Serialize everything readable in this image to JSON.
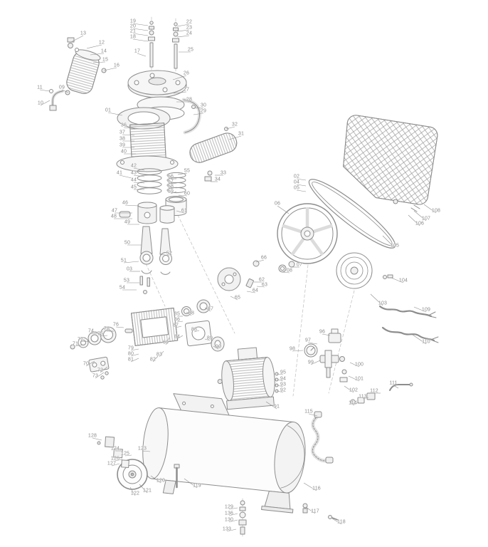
{
  "diagram": {
    "colors": {
      "background": "#ffffff",
      "line": "#8d8d8d",
      "label": "#8a8a8a",
      "fill_light": "#f3f3f3"
    },
    "callout_fields": [
      "label",
      "x",
      "y",
      "tx",
      "ty"
    ],
    "callouts": [
      [
        "01",
        152,
        155,
        172,
        162
      ],
      [
        "02",
        417,
        248,
        430,
        253
      ],
      [
        "03",
        182,
        378,
        197,
        381
      ],
      [
        "04",
        417,
        256,
        430,
        261
      ],
      [
        "05",
        417,
        264,
        430,
        269
      ],
      [
        "06",
        390,
        286,
        406,
        300
      ],
      [
        "07",
        421,
        372,
        409,
        375
      ],
      [
        "08",
        407,
        380,
        397,
        382
      ],
      [
        "09",
        87,
        123,
        96,
        130
      ],
      [
        "10",
        57,
        145,
        70,
        141
      ],
      [
        "11",
        56,
        123,
        70,
        128
      ],
      [
        "12",
        143,
        60,
        122,
        68
      ],
      [
        "13",
        117,
        47,
        100,
        59
      ],
      [
        "14",
        146,
        72,
        127,
        77
      ],
      [
        "15",
        148,
        84,
        131,
        88
      ],
      [
        "16",
        164,
        92,
        146,
        99
      ],
      [
        "17",
        193,
        72,
        205,
        79
      ],
      [
        "18",
        187,
        52,
        208,
        58
      ],
      [
        "19",
        187,
        30,
        208,
        36
      ],
      [
        "20",
        187,
        37,
        208,
        43
      ],
      [
        "21",
        187,
        44,
        208,
        50
      ],
      [
        "22",
        266,
        31,
        249,
        37
      ],
      [
        "23",
        266,
        39,
        249,
        44
      ],
      [
        "24",
        266,
        47,
        249,
        52
      ],
      [
        "25",
        268,
        70,
        251,
        73
      ],
      [
        "26",
        262,
        103,
        243,
        112
      ],
      [
        "27",
        262,
        126,
        244,
        131
      ],
      [
        "28",
        266,
        140,
        248,
        143
      ],
      [
        "29",
        286,
        156,
        272,
        161
      ],
      [
        "30",
        286,
        148,
        273,
        152
      ],
      [
        "31",
        339,
        188,
        322,
        196
      ],
      [
        "32",
        330,
        175,
        318,
        181
      ],
      [
        "33",
        314,
        243,
        302,
        246
      ],
      [
        "34",
        306,
        252,
        296,
        255
      ],
      [
        "36",
        174,
        176,
        190,
        181
      ],
      [
        "37",
        172,
        186,
        189,
        190
      ],
      [
        "38",
        172,
        195,
        189,
        198
      ],
      [
        "39",
        172,
        204,
        189,
        207
      ],
      [
        "40",
        174,
        213,
        191,
        216
      ],
      [
        "41",
        168,
        243,
        185,
        250
      ],
      [
        "42",
        188,
        233,
        203,
        239
      ],
      [
        "43",
        188,
        243,
        203,
        248
      ],
      [
        "44",
        188,
        253,
        203,
        257
      ],
      [
        "45",
        188,
        263,
        203,
        266
      ],
      [
        "46",
        176,
        285,
        194,
        289
      ],
      [
        "47",
        161,
        296,
        186,
        299
      ],
      [
        "48",
        160,
        304,
        186,
        307
      ],
      [
        "49",
        179,
        312,
        196,
        315
      ],
      [
        "50",
        179,
        341,
        199,
        344
      ],
      [
        "51",
        174,
        366,
        195,
        367
      ],
      [
        "52",
        238,
        356,
        225,
        357
      ],
      [
        "53",
        178,
        394,
        196,
        397
      ],
      [
        "54",
        172,
        404,
        192,
        407
      ],
      [
        "55",
        263,
        240,
        250,
        245
      ],
      [
        "56",
        240,
        248,
        248,
        251
      ],
      [
        "57",
        240,
        255,
        248,
        257
      ],
      [
        "58",
        240,
        262,
        248,
        263
      ],
      [
        "59",
        240,
        269,
        248,
        269
      ],
      [
        "60",
        263,
        272,
        251,
        274
      ],
      [
        "61",
        259,
        296,
        248,
        296
      ],
      [
        "62",
        368,
        393,
        357,
        396
      ],
      [
        "63",
        372,
        400,
        361,
        402
      ],
      [
        "64",
        359,
        408,
        347,
        409
      ],
      [
        "65",
        334,
        418,
        324,
        416
      ],
      [
        "66",
        371,
        362,
        360,
        368
      ],
      [
        "67",
        296,
        434,
        288,
        432
      ],
      [
        "68",
        269,
        440,
        262,
        438
      ],
      [
        "69",
        233,
        481,
        238,
        474
      ],
      [
        "70",
        121,
        511,
        133,
        507
      ],
      [
        "71",
        106,
        483,
        118,
        484
      ],
      [
        "72",
        141,
        520,
        151,
        515
      ],
      [
        "73",
        134,
        528,
        146,
        523
      ],
      [
        "74",
        128,
        465,
        140,
        468
      ],
      [
        "75",
        141,
        469,
        151,
        471
      ],
      [
        "76",
        163,
        456,
        174,
        460
      ],
      [
        "77",
        113,
        477,
        126,
        479
      ],
      [
        "78",
        150,
        462,
        160,
        465
      ],
      [
        "79",
        184,
        489,
        195,
        490
      ],
      [
        "80",
        184,
        497,
        195,
        497
      ],
      [
        "81",
        184,
        505,
        195,
        503
      ],
      [
        "82",
        215,
        505,
        222,
        500
      ],
      [
        "83",
        224,
        498,
        230,
        493
      ],
      [
        "84",
        249,
        473,
        257,
        471
      ],
      [
        "85",
        249,
        441,
        257,
        444
      ],
      [
        "86",
        249,
        449,
        257,
        451
      ],
      [
        "87",
        247,
        457,
        255,
        458
      ],
      [
        "88",
        273,
        463,
        280,
        464
      ],
      [
        "89",
        295,
        475,
        288,
        476
      ],
      [
        "90",
        307,
        487,
        300,
        486
      ],
      [
        "91",
        389,
        571,
        374,
        564
      ],
      [
        "92",
        398,
        548,
        390,
        549
      ],
      [
        "93",
        398,
        540,
        390,
        541
      ],
      [
        "94",
        398,
        532,
        390,
        533
      ],
      [
        "95",
        398,
        523,
        390,
        525
      ],
      [
        "96",
        453,
        466,
        464,
        471
      ],
      [
        "97",
        433,
        478,
        446,
        483
      ],
      [
        "98",
        411,
        490,
        426,
        492
      ],
      [
        "99",
        437,
        509,
        450,
        506
      ],
      [
        "100",
        505,
        512,
        492,
        509
      ],
      [
        "101",
        505,
        532,
        490,
        528
      ],
      [
        "102",
        497,
        548,
        484,
        542
      ],
      [
        "103",
        538,
        426,
        521,
        413
      ],
      [
        "104",
        567,
        394,
        550,
        390
      ],
      [
        "105",
        555,
        345,
        538,
        331
      ],
      [
        "106",
        590,
        314,
        574,
        302
      ],
      [
        "107",
        599,
        307,
        582,
        296
      ],
      [
        "108",
        613,
        296,
        596,
        287
      ],
      [
        "109",
        599,
        435,
        582,
        431
      ],
      [
        "110",
        599,
        480,
        580,
        470
      ],
      [
        "111",
        553,
        538,
        560,
        545
      ],
      [
        "112",
        526,
        549,
        535,
        552
      ],
      [
        "113",
        510,
        557,
        518,
        558
      ],
      [
        "114",
        496,
        566,
        504,
        565
      ],
      [
        "115",
        434,
        578,
        446,
        584
      ],
      [
        "116",
        445,
        686,
        427,
        678
      ],
      [
        "117",
        443,
        718,
        430,
        712
      ],
      [
        "118",
        480,
        733,
        467,
        728
      ],
      [
        "119",
        277,
        682,
        259,
        672
      ],
      [
        "120",
        226,
        675,
        212,
        668
      ],
      [
        "121",
        207,
        689,
        196,
        680
      ],
      [
        "122",
        190,
        693,
        183,
        684
      ],
      [
        "123",
        200,
        630,
        211,
        634
      ],
      [
        "124",
        162,
        630,
        172,
        633
      ],
      [
        "125",
        176,
        637,
        185,
        639
      ],
      [
        "126",
        162,
        644,
        172,
        645
      ],
      [
        "127",
        157,
        651,
        168,
        651
      ],
      [
        "128",
        130,
        612,
        143,
        618
      ],
      [
        "129",
        322,
        712,
        334,
        713
      ],
      [
        "130",
        322,
        730,
        334,
        730
      ],
      [
        "133",
        319,
        743,
        332,
        743
      ],
      [
        "136",
        322,
        721,
        334,
        721
      ]
    ]
  }
}
